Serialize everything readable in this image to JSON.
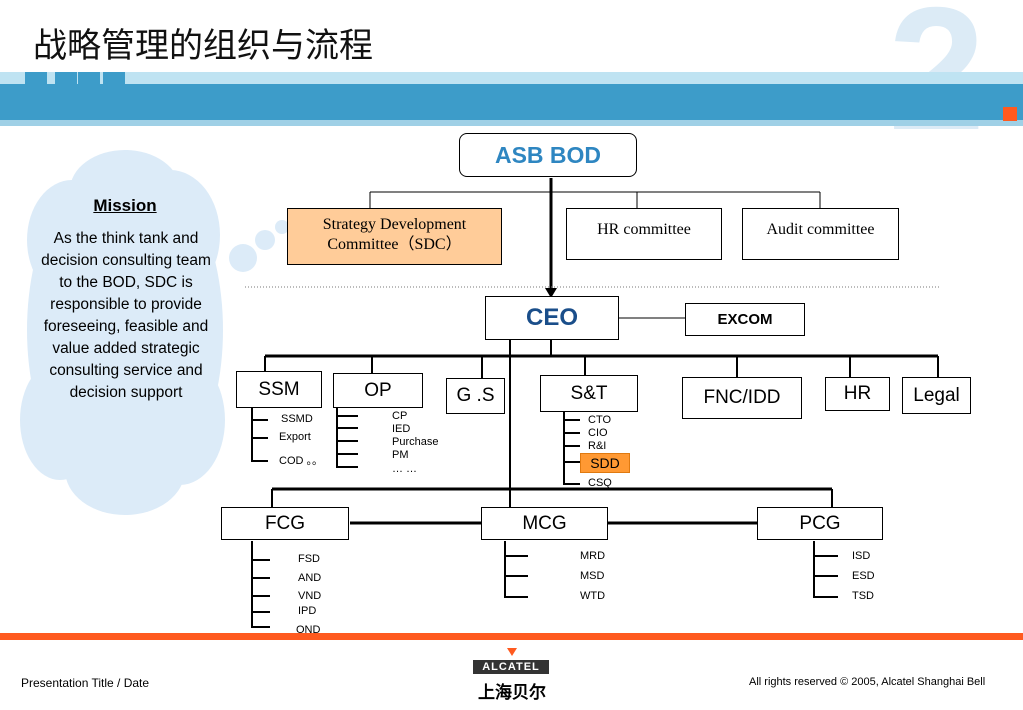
{
  "title": "战略管理的组织与流程",
  "slide_number": "2",
  "mission": {
    "heading": "Mission",
    "text": "As the think tank and decision consulting team to the BOD, SDC is responsible to provide foreseeing, feasible and value added strategic consulting service and decision support"
  },
  "org": {
    "asb_bod": "ASB BOD",
    "sdc": "Strategy Development Committee（SDC）",
    "hr_committee": "HR committee",
    "audit_committee": "Audit committee",
    "ceo": "CEO",
    "excom": "EXCOM",
    "depts": [
      "SSM",
      "OP",
      "G .S",
      "S&T",
      "FNC/IDD",
      "HR",
      "Legal"
    ],
    "ssm_items": [
      "SSMD",
      "Export",
      "COD 。。"
    ],
    "op_items": [
      "CP",
      "IED",
      "Purchase",
      "PM",
      "… …"
    ],
    "st_items": [
      "CTO",
      "CIO",
      "R&I",
      "SDD",
      "CSQ"
    ],
    "bu": [
      "FCG",
      "MCG",
      "PCG"
    ],
    "fcg_items": [
      "FSD",
      "AND",
      "VND",
      "IPD",
      "OND"
    ],
    "mcg_items": [
      "MRD",
      "MSD",
      "WTD"
    ],
    "pcg_items": [
      "ISD",
      "ESD",
      "TSD"
    ]
  },
  "footer": {
    "left": "Presentation Title  / Date",
    "right": "All rights reserved © 2005, Alcatel Shanghai Bell",
    "logo_text": "ALCATEL",
    "logo_cn": "上海贝尔"
  },
  "colors": {
    "blue": "#3d9cc9",
    "orange": "#ff5a1f",
    "sdc_fill": "#ffcc99",
    "sdd_fill": "#ff9933",
    "cloud": "#dcebf8",
    "heading_blue": "#2e86c1",
    "ceo_blue": "#1a4e8a"
  }
}
